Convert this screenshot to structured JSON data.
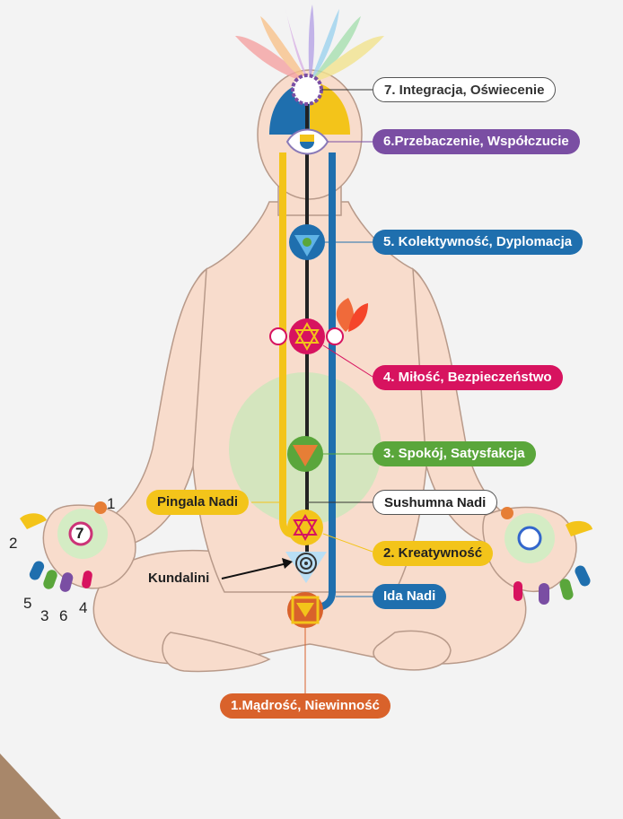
{
  "labels": {
    "c7": "7. Integracja, Oświecenie",
    "c6": "6.Przebaczenie, Współczucie",
    "c5": "5. Kolektywność, Dyplomacja",
    "c4": "4. Miłość, Bezpieczeństwo",
    "c3": "3. Spokój, Satysfakcja",
    "c2": "2. Kreatywność",
    "c1": "1.Mądrość, Niewinność",
    "pingala": "Pingala Nadi",
    "sushumna": "Sushumna Nadi",
    "ida": "Ida Nadi",
    "kundalini": "Kundalini"
  },
  "finger_numbers": {
    "n1": "1",
    "n2": "2",
    "n3": "3",
    "n4": "4",
    "n5": "5",
    "n6": "6",
    "n7": "7"
  },
  "colors": {
    "c7": "#ffffff",
    "c6": "#7a4ea3",
    "c5": "#1f6fae",
    "c4": "#d7135f",
    "c3": "#5aa63b",
    "c2": "#f3c41a",
    "c1": "#d9622b",
    "pingala": "#f3c41a",
    "ida": "#1f6fae",
    "sushumna": "#222222",
    "skin": "#f8dccc",
    "skin_outline": "#b89a8a"
  }
}
